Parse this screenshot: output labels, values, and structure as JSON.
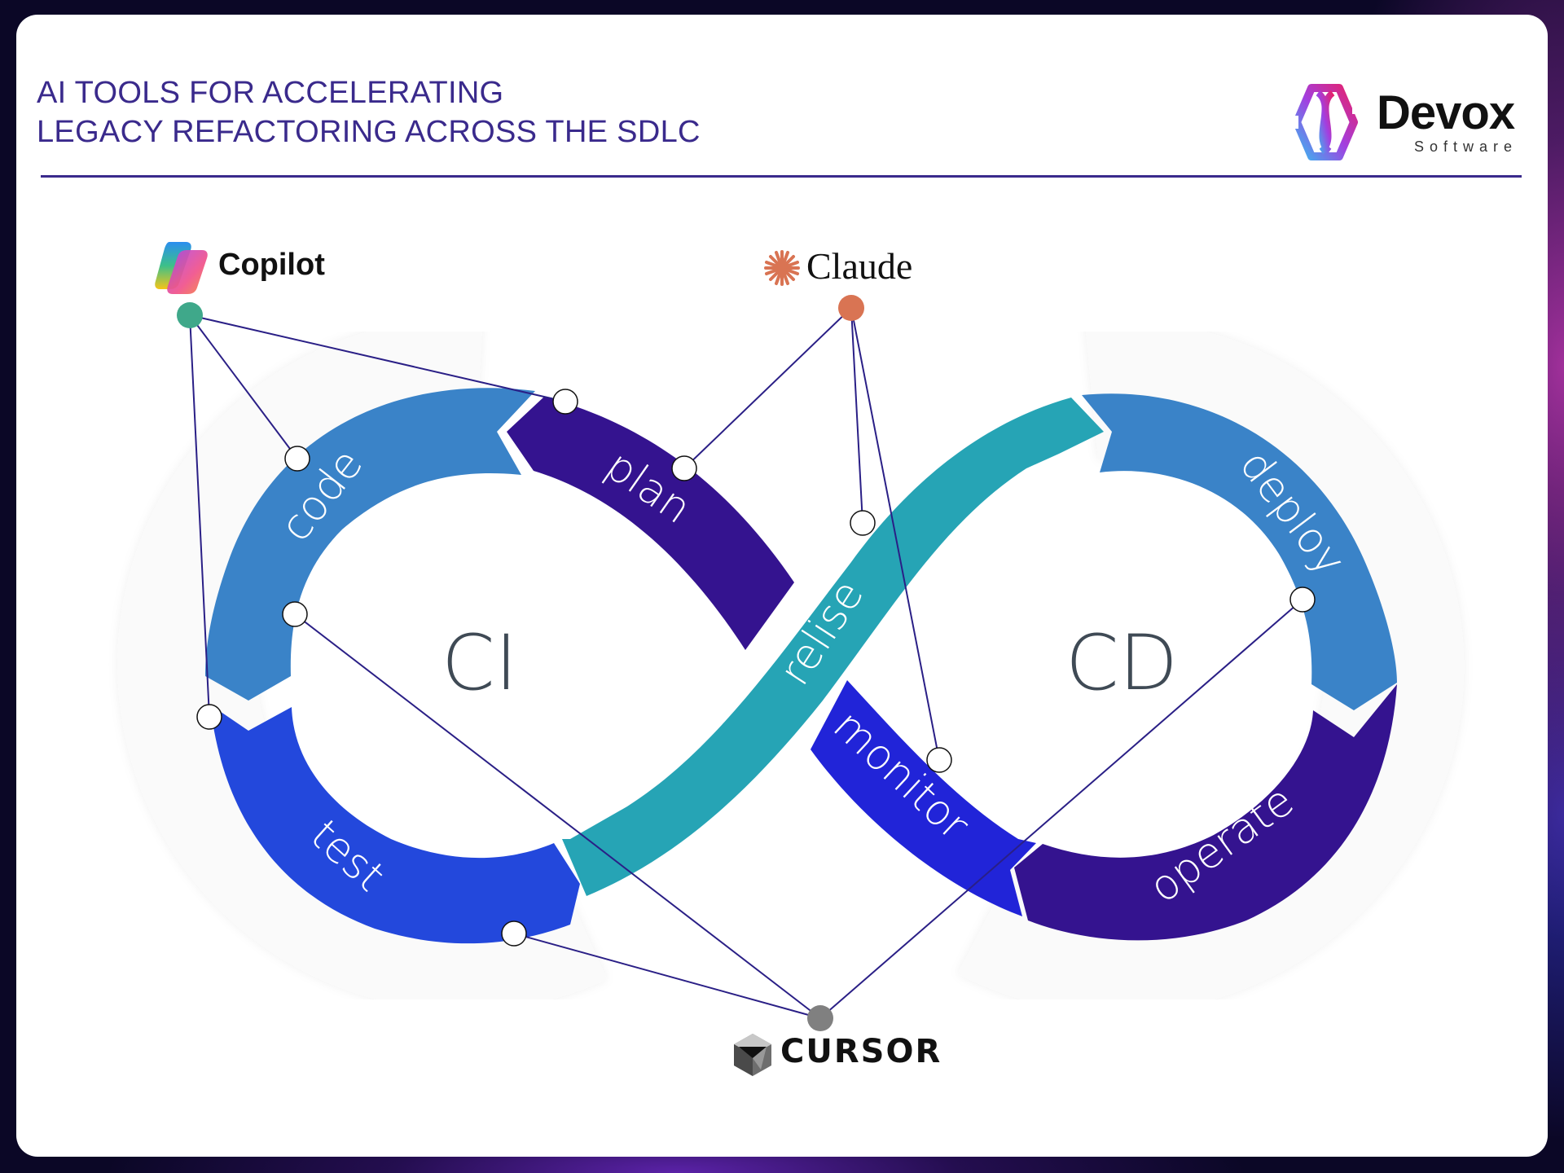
{
  "header": {
    "title_line1": "AI TOOLS FOR ACCELERATING",
    "title_line2": "LEGACY REFACTORING ACROSS THE SDLC"
  },
  "logo": {
    "name": "Devox",
    "subtitle": "Software"
  },
  "diagram": {
    "loops": {
      "left": "CI",
      "right": "CD"
    },
    "stages": [
      {
        "id": "plan",
        "label": "plan",
        "color": "#34138f"
      },
      {
        "id": "code",
        "label": "code",
        "color": "#3a83c8"
      },
      {
        "id": "test",
        "label": "test",
        "color": "#2348dc"
      },
      {
        "id": "relise",
        "label": "relise",
        "color": "#26a4b5"
      },
      {
        "id": "deploy",
        "label": "deploy",
        "color": "#3a83c8"
      },
      {
        "id": "operate",
        "label": "operate",
        "color": "#34138f"
      },
      {
        "id": "monitor",
        "label": "monitor",
        "color": "#2124d8"
      }
    ],
    "tools": [
      {
        "id": "copilot",
        "label": "Copilot",
        "dot_color": "#3fa88a",
        "connects_to": [
          "plan",
          "code",
          "test"
        ]
      },
      {
        "id": "claude",
        "label": "Claude",
        "dot_color": "#d97453",
        "connects_to": [
          "plan",
          "relise",
          "monitor"
        ]
      },
      {
        "id": "cursor",
        "label": "CURSOR",
        "dot_color": "#808080",
        "connects_to": [
          "code",
          "test",
          "deploy"
        ]
      }
    ],
    "connector_color": "#2a1f86"
  }
}
